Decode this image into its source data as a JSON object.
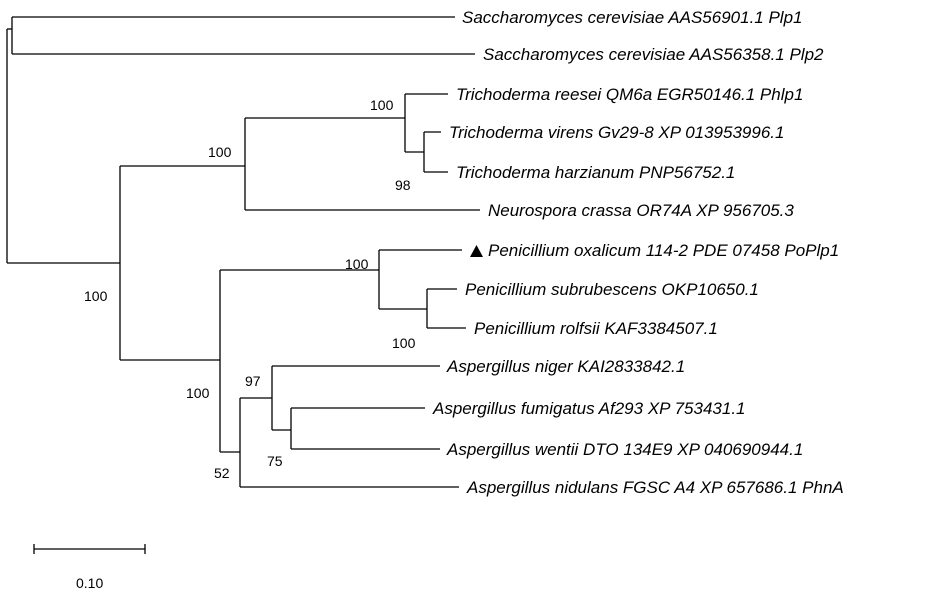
{
  "leaves": [
    {
      "label": "Saccharomyces cerevisiae AAS56901.1 Plp1",
      "marked": false
    },
    {
      "label": "Saccharomyces cerevisiae AAS56358.1 Plp2",
      "marked": false
    },
    {
      "label": "Trichoderma reesei QM6a EGR50146.1 Phlp1",
      "marked": false
    },
    {
      "label": "Trichoderma virens Gv29-8 XP 013953996.1",
      "marked": false
    },
    {
      "label": "Trichoderma harzianum PNP56752.1",
      "marked": false
    },
    {
      "label": "Neurospora crassa OR74A XP 956705.3",
      "marked": false
    },
    {
      "label": "Penicillium oxalicum 114-2 PDE 07458 PoPlp1",
      "marked": true
    },
    {
      "label": "Penicillium subrubescens OKP10650.1",
      "marked": false
    },
    {
      "label": "Penicillium rolfsii KAF3384507.1",
      "marked": false
    },
    {
      "label": "Aspergillus niger KAI2833842.1",
      "marked": false
    },
    {
      "label": "Aspergillus fumigatus Af293 XP 753431.1",
      "marked": false
    },
    {
      "label": "Aspergillus wentii DTO 134E9 XP 040690944.1",
      "marked": false
    },
    {
      "label": "Aspergillus nidulans FGSC A4 XP 657686.1 PhnA",
      "marked": false
    }
  ],
  "supports": {
    "tricho_group": "100",
    "tricho_neuro": "100",
    "tricho_vir_harz": "98",
    "asco_clade": "100",
    "penicillium": "100",
    "pen_sub_rol": "100",
    "aspergillus": "100",
    "asp_niger_fum_went": "97",
    "asp_fum_went": "75",
    "asp_nidulans_split": "52"
  },
  "scale_bar": {
    "label": "0.10"
  }
}
